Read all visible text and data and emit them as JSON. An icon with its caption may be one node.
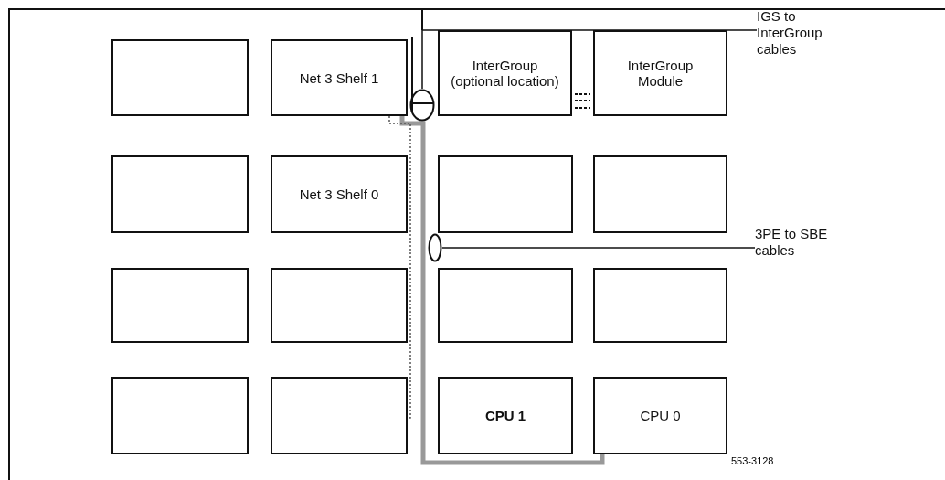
{
  "diagram": {
    "nodes": [
      {
        "text": [],
        "shape": "box"
      },
      {
        "text": [
          "Net 3 Shelf 1"
        ]
      },
      {
        "text": [
          "InterGroup (optional location)"
        ]
      },
      {
        "text": [
          "InterGroup Module"
        ]
      },
      {
        "text": [],
        "shape": "box"
      },
      {
        "text": [
          "Net 3 Shelf 0"
        ]
      },
      {
        "text": [],
        "shape": "box"
      },
      {
        "text": [],
        "shape": "box"
      },
      {
        "text": [],
        "shape": "box"
      },
      {
        "text": [],
        "shape": "box"
      },
      {
        "text": [],
        "shape": "box"
      },
      {
        "text": [],
        "shape": "box"
      },
      {
        "text": [],
        "shape": "box"
      },
      {
        "text": [],
        "shape": "box"
      },
      {
        "text": [
          "CPU 1"
        ]
      },
      {
        "text": [
          "CPU 0"
        ]
      },
      {
        "text": [
          "IGS to InterGroup cables"
        ]
      },
      {
        "text": [],
        "shape": "ellipse"
      },
      {
        "text": [
          "3PE to SBE cables"
        ]
      },
      {
        "text": [],
        "shape": "ellipse"
      }
    ],
    "edges": [
      {
        "from": 16,
        "to": 17,
        "arrow": "none"
      },
      {
        "from": 18,
        "to": 19,
        "arrow": "none"
      },
      {
        "from": 1,
        "to": 15,
        "arrow": "none",
        "style": "thick",
        "color": "#999999"
      },
      {
        "from": 1,
        "to": 13,
        "arrow": "none",
        "style": "dashed"
      }
    ],
    "labels": [
      "553-3128"
    ]
  }
}
